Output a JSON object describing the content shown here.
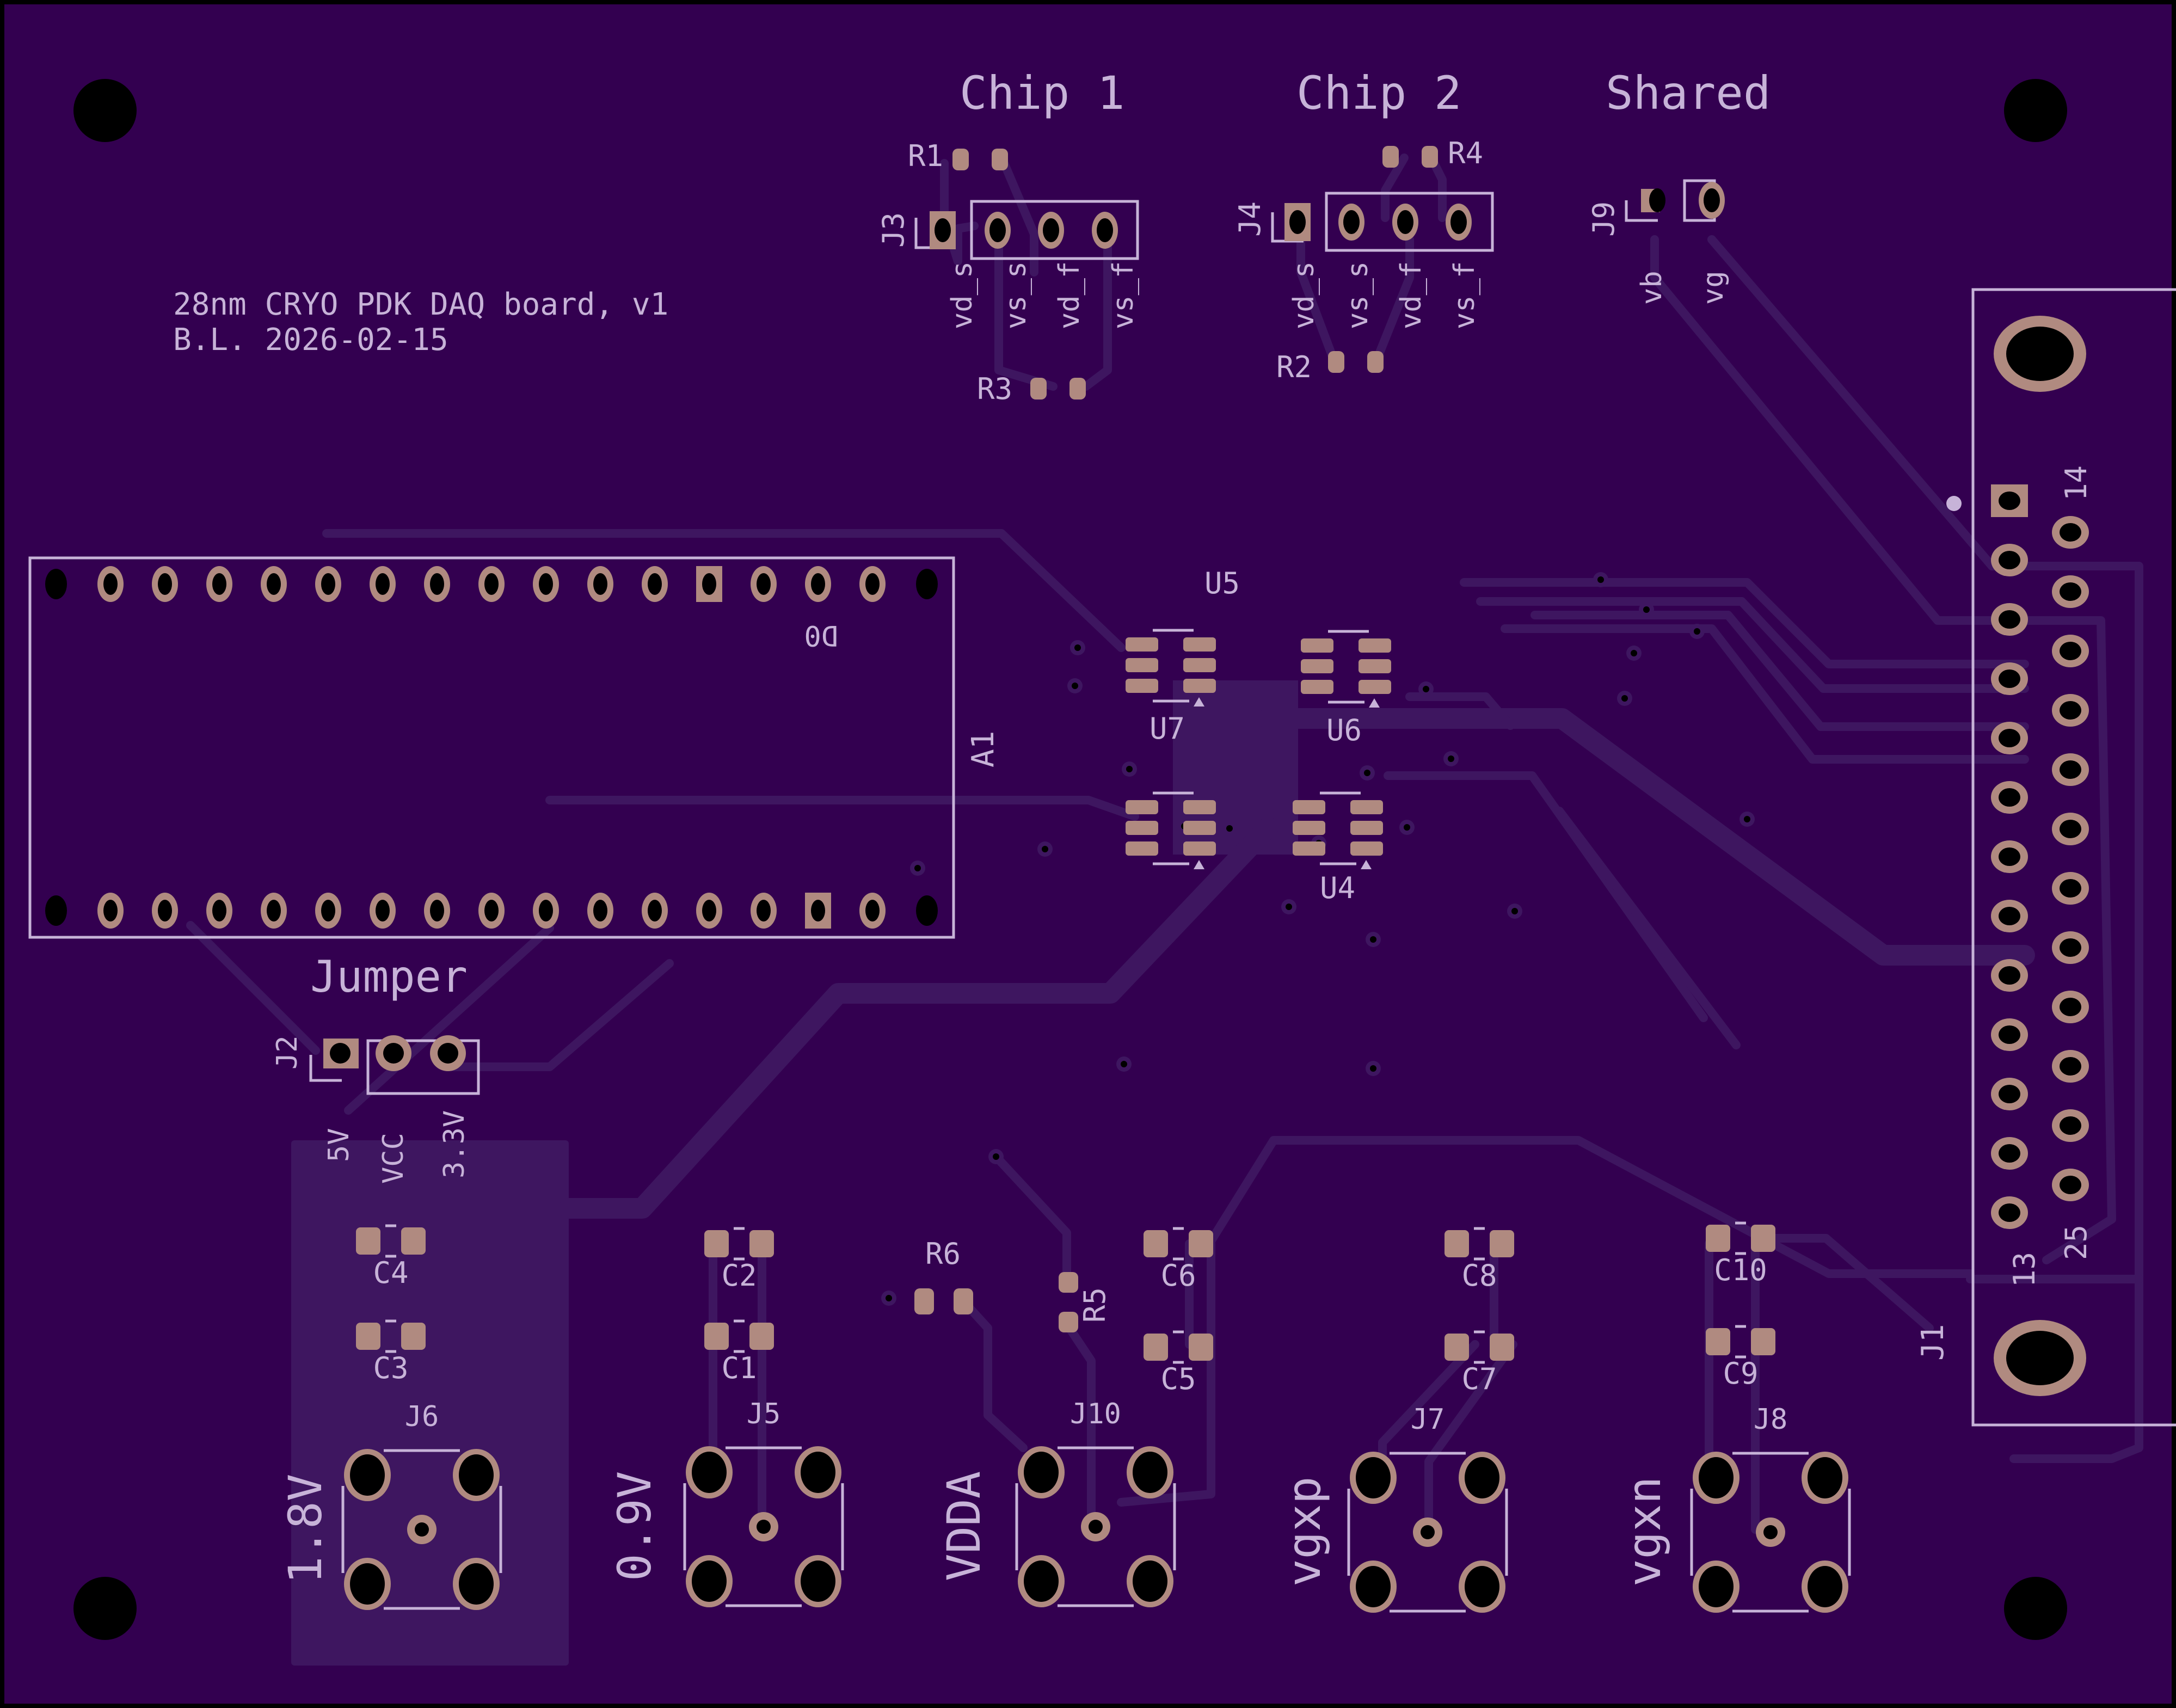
{
  "board": {
    "title_line1": "28nm CRYO PDK DAQ board, v1",
    "title_line2": "B.L. 2026-02-15",
    "colors": {
      "substrate": "#330050",
      "silkscreen": "#c7b3d8",
      "copper_pad": "#b08a80",
      "copper_trace": "#3e1660",
      "drill": "#000000"
    }
  },
  "sections": {
    "chip1": "Chip 1",
    "chip2": "Chip 2",
    "shared": "Shared",
    "jumper": "Jumper"
  },
  "headers": {
    "J3": {
      "ref": "J3",
      "pins": [
        "vd_s",
        "vs_s",
        "vd_f",
        "vs_f"
      ]
    },
    "J4": {
      "ref": "J4",
      "pins": [
        "vd_s",
        "vs_s",
        "vd_f",
        "vs_f"
      ]
    },
    "J9": {
      "ref": "J9",
      "pins": [
        "vb",
        "vg"
      ]
    },
    "J2": {
      "ref": "J2",
      "pins": [
        "5V",
        "VCC",
        "3.3V"
      ]
    }
  },
  "resistors": [
    "R1",
    "R2",
    "R3",
    "R4",
    "R5",
    "R6"
  ],
  "capacitors": [
    "C1",
    "C2",
    "C3",
    "C4",
    "C5",
    "C6",
    "C7",
    "C8",
    "C9",
    "C10"
  ],
  "ics": [
    "U4",
    "U5",
    "U6",
    "U7"
  ],
  "module": {
    "ref": "A1",
    "pin_label": "D0"
  },
  "dsub": {
    "ref": "J1",
    "pin_first_top": "14",
    "pin_last_top": "25",
    "pin_bottom_left": "13"
  },
  "sma": [
    {
      "ref": "J6",
      "label": "1.8V"
    },
    {
      "ref": "J5",
      "label": "0.9V"
    },
    {
      "ref": "J10",
      "label": "VDDA"
    },
    {
      "ref": "J7",
      "label": "vgxp"
    },
    {
      "ref": "J8",
      "label": "vgxn"
    }
  ]
}
